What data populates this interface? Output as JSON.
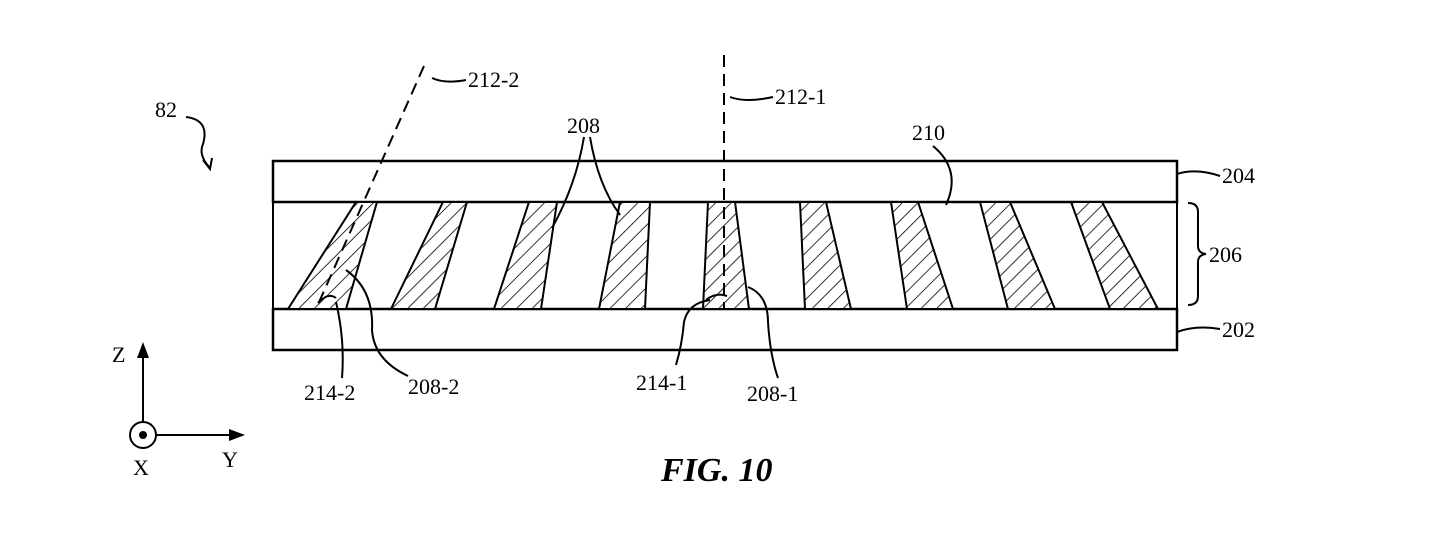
{
  "figure": {
    "caption": "FIG. 10",
    "labels": {
      "ref_82": "82",
      "axis_212_2": "212-2",
      "axis_212_1": "212-1",
      "ribbons_208": "208",
      "region_210": "210",
      "layer_204": "204",
      "stack_206": "206",
      "layer_202": "202",
      "angle_214_2": "214-2",
      "ribbon_208_2": "208-2",
      "angle_214_1": "214-1",
      "ribbon_208_1": "208-1"
    },
    "axes": {
      "z": "Z",
      "x": "X",
      "y": "Y"
    }
  }
}
